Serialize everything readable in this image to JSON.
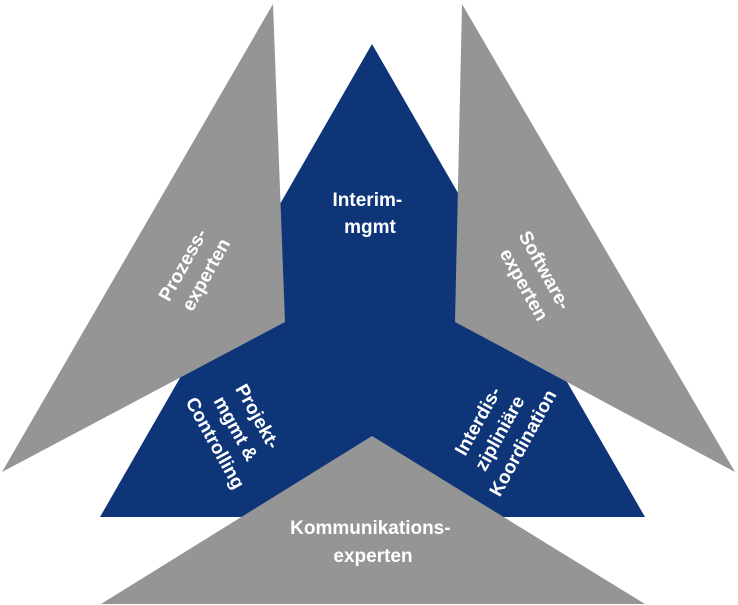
{
  "colors": {
    "navy": "#0e3578",
    "gray": "#959595",
    "text": "#ffffff"
  },
  "segments": {
    "interim": [
      "Interim-",
      "mgmt"
    ],
    "projekt": [
      "Projekt-",
      "mgmt &",
      "Controlling"
    ],
    "interdis": [
      "Interdis-",
      "zipliniäre",
      "Koordination"
    ],
    "prozess": [
      "Prozess-",
      "experten"
    ],
    "software": [
      "Software-",
      "experten"
    ],
    "kommunikation": [
      "Kommunikations-",
      "experten"
    ]
  }
}
